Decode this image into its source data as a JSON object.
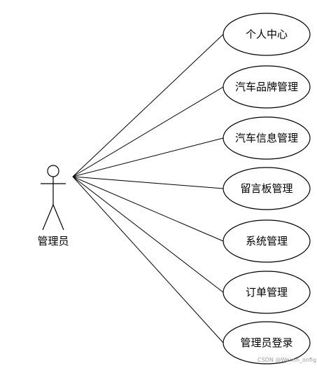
{
  "actor": {
    "label": "管理员"
  },
  "use_cases": [
    {
      "label": "个人中心"
    },
    {
      "label": "汽车品牌管理"
    },
    {
      "label": "汽车信息管理"
    },
    {
      "label": "留言板管理"
    },
    {
      "label": "系统管理"
    },
    {
      "label": "订单管理"
    },
    {
      "label": "管理员登录"
    }
  ],
  "watermark": "CSDN @Weixin_onfig"
}
